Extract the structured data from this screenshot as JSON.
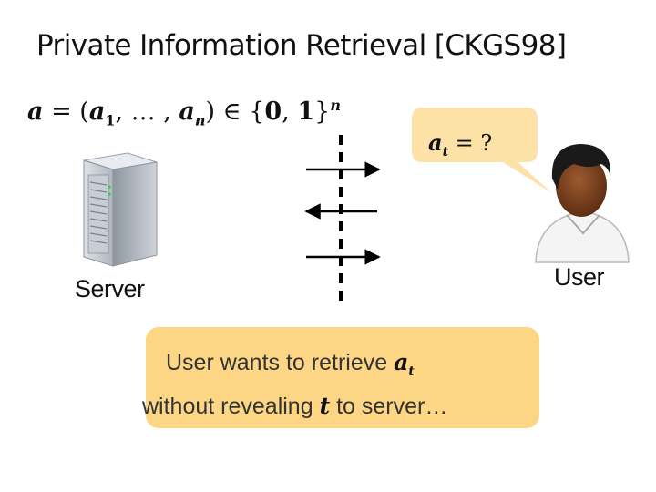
{
  "title": "Private Information Retrieval [CKGS98]",
  "formula": {
    "lhs": "a",
    "eq": " = (",
    "a1_base": "a",
    "a1_sub": "1",
    "dots": ", … , ",
    "an_base": "a",
    "an_sub": "n",
    "in": ") ∈ {",
    "zero": "0",
    "comma": ", ",
    "one": "1",
    "close": "}",
    "power": "n"
  },
  "bubble": {
    "var_base": "a",
    "var_sub": "t",
    "rest": " = ?"
  },
  "labels": {
    "server": "Server",
    "user": "User"
  },
  "callout": {
    "line1_prefix": "User wants to retrieve ",
    "line1_var_base": "a",
    "line1_var_sub": "t",
    "line2_prefix": "without revealing ",
    "line2_var": "t",
    "line2_suffix": " to server…"
  },
  "colors": {
    "bubble_fill": "#fde2a7",
    "callout_fill": "#fdd685",
    "line_color": "#000000",
    "skin": "#7a4020",
    "hair": "#1a1a1a"
  },
  "icons": {
    "server": "server-icon",
    "user": "user-avatar-icon"
  }
}
